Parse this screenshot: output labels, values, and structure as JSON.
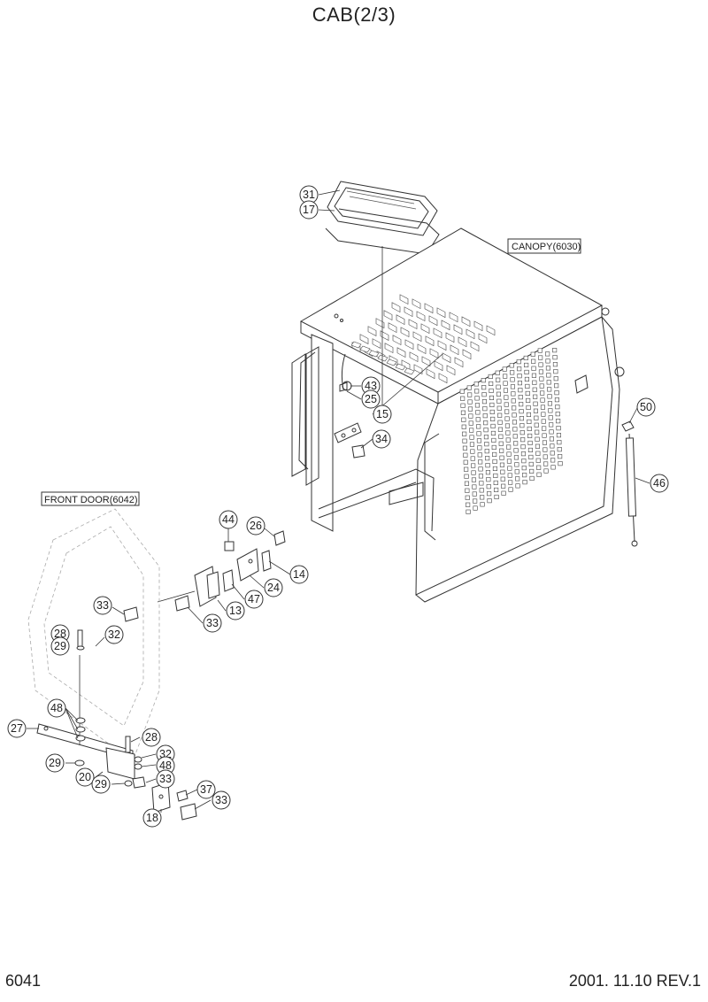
{
  "title": "CAB(2/3)",
  "footer": {
    "page_code": "6041",
    "date_rev": "2001. 11.10  REV.1"
  },
  "ref_labels": {
    "canopy": "CANOPY(6030)",
    "front_door": "FRONT DOOR(6042)"
  },
  "callouts": [
    {
      "id": "c31",
      "label": "31"
    },
    {
      "id": "c17",
      "label": "17"
    },
    {
      "id": "c43",
      "label": "43"
    },
    {
      "id": "c25",
      "label": "25"
    },
    {
      "id": "c15",
      "label": "15"
    },
    {
      "id": "c34",
      "label": "34"
    },
    {
      "id": "c50",
      "label": "50"
    },
    {
      "id": "c46",
      "label": "46"
    },
    {
      "id": "c44",
      "label": "44"
    },
    {
      "id": "c26",
      "label": "26"
    },
    {
      "id": "c14",
      "label": "14"
    },
    {
      "id": "c24",
      "label": "24"
    },
    {
      "id": "c47",
      "label": "47"
    },
    {
      "id": "c13",
      "label": "13"
    },
    {
      "id": "c33a",
      "label": "33"
    },
    {
      "id": "c33b",
      "label": "33"
    },
    {
      "id": "c28a",
      "label": "28"
    },
    {
      "id": "c29a",
      "label": "29"
    },
    {
      "id": "c32a",
      "label": "32"
    },
    {
      "id": "c48a",
      "label": "48"
    },
    {
      "id": "c27",
      "label": "27"
    },
    {
      "id": "c28b",
      "label": "28"
    },
    {
      "id": "c32b",
      "label": "32"
    },
    {
      "id": "c48b",
      "label": "48"
    },
    {
      "id": "c29b",
      "label": "29"
    },
    {
      "id": "c20",
      "label": "20"
    },
    {
      "id": "c29c",
      "label": "29"
    },
    {
      "id": "c33c",
      "label": "33"
    },
    {
      "id": "c37",
      "label": "37"
    },
    {
      "id": "c33d",
      "label": "33"
    },
    {
      "id": "c18",
      "label": "18"
    }
  ]
}
